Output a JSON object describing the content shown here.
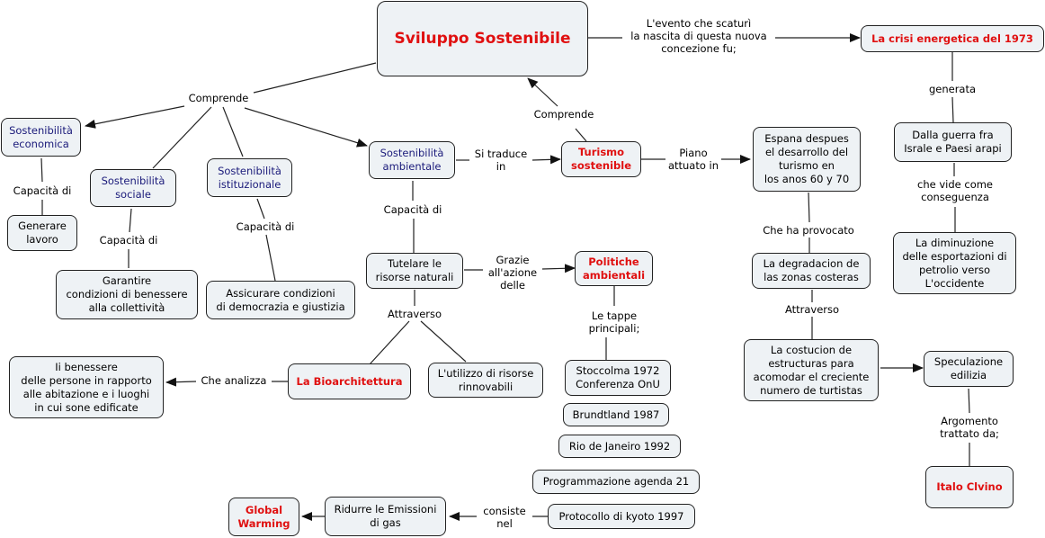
{
  "title": "Sviluppo Sostenibile",
  "colors": {
    "node_fill": "#eef2f5",
    "highlight_text": "#e01010",
    "category_text": "#1a1a7a",
    "line": "#222222"
  },
  "nodes": {
    "root": "Sviluppo Sostenibile",
    "crisi": "La crisi energetica del 1973",
    "guerra": "Dalla guerra fra\nIsrale e Paesi arapi",
    "diminuzione": "La diminuzione\ndelle esportazioni di\npetrolio verso\nL'occidente",
    "economica": "Sostenibilità\neconomica",
    "sociale": "Sostenibilità\nsociale",
    "istituzionale": "Sostenibilità\nistituzionale",
    "ambientale": "Sostenibilità\nambientale",
    "lavoro": "Generare\nlavoro",
    "benessere": "Garantire\ncondizioni di benessere\nalla collettività",
    "democrazia": "Assicurare condizioni\ndi democrazia e giustizia",
    "turismo": "Turismo\nsostenible",
    "espana": "Espana despues\nel desarrollo del\nturismo en\nlos anos 60 y 70",
    "degradacion": "La degradacion de\nlas zonas costeras",
    "costucion": "La costucion de\nestructuras para\nacomodar el creciente\nnumero de turtistas",
    "speculazione": "Speculazione\nedilizia",
    "calvino": "Italo Clvino",
    "tutelare": "Tutelare le\nrisorse naturali",
    "politiche": "Politiche\nambientali",
    "bioarchitettura": "La Bioarchitettura",
    "rinnovabili": "L'utilizzo di risorse\nrinnovabili",
    "persone": "Ii benessere\ndelle persone in rapporto\nalle abitazione e i luoghi\nin cui sone edificate",
    "stoccolma": "Stoccolma 1972\nConferenza OnU",
    "brundtland": "Brundtland 1987",
    "rio": "Rio de Janeiro 1992",
    "agenda": "Programmazione agenda 21",
    "kyoto": "Protocollo di kyoto 1997",
    "emissioni": "Ridurre le Emissioni\ndi gas",
    "global": "Global\nWarming"
  },
  "labels": {
    "evento": "L'evento che scaturì\nla nascita di questa nuova\nconcezione fu;",
    "generata": "generata",
    "che_vide": "che vide come\nconseguenza",
    "comprende_left": "Comprende",
    "comprende_turismo": "Comprende",
    "cap_econ": "Capacità di",
    "cap_soc": "Capacità di",
    "cap_ist": "Capacità di",
    "cap_amb": "Capacità di",
    "si_traduce": "Si traduce\nin",
    "piano": "Piano\nattuato in",
    "che_ha": "Che ha provocato",
    "attraverso_right": "Attraverso",
    "argomento": "Argomento\ntrattato da;",
    "grazie": "Grazie\nall'azione\ndelle",
    "attraverso_left": "Attraverso",
    "tappe": "Le tappe\nprincipali;",
    "che_analizza": "Che analizza",
    "consiste": "consiste\nnel"
  }
}
